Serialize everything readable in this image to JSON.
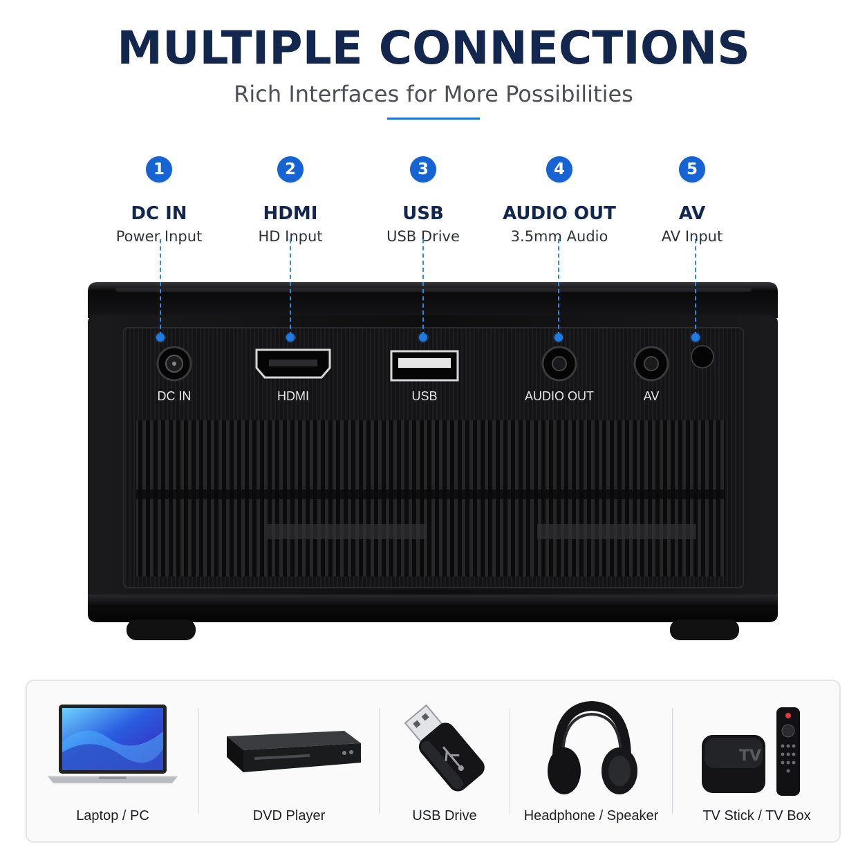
{
  "header": {
    "title": "MULTIPLE CONNECTIONS",
    "subtitle": "Rich Interfaces for More Possibilities"
  },
  "ports": [
    {
      "number": "1",
      "name": "DC IN",
      "desc": "Power Input",
      "device_label": "DC IN"
    },
    {
      "number": "2",
      "name": "HDMI",
      "desc": "HD Input",
      "device_label": "HDMI"
    },
    {
      "number": "3",
      "name": "USB",
      "desc": "USB Drive",
      "device_label": "USB"
    },
    {
      "number": "4",
      "name": "AUDIO OUT",
      "desc": "3.5mm Audio",
      "device_label": "AUDIO OUT"
    },
    {
      "number": "5",
      "name": "AV",
      "desc": "AV Input",
      "device_label": "AV"
    }
  ],
  "devices": [
    {
      "label": "Laptop / PC",
      "icon": "laptop-icon"
    },
    {
      "label": "DVD Player",
      "icon": "dvd-player-icon"
    },
    {
      "label": "USB Drive",
      "icon": "usb-drive-icon"
    },
    {
      "label": "Headphone / Speaker",
      "icon": "headphones-icon"
    },
    {
      "label": "TV Stick / TV Box",
      "icon": "tv-box-icon"
    }
  ],
  "tv_box_text": "TV",
  "colors": {
    "title": "#12264e",
    "accent": "#1663d4",
    "leader": "#2a8ae8",
    "device_body": "#0c0c0d"
  }
}
